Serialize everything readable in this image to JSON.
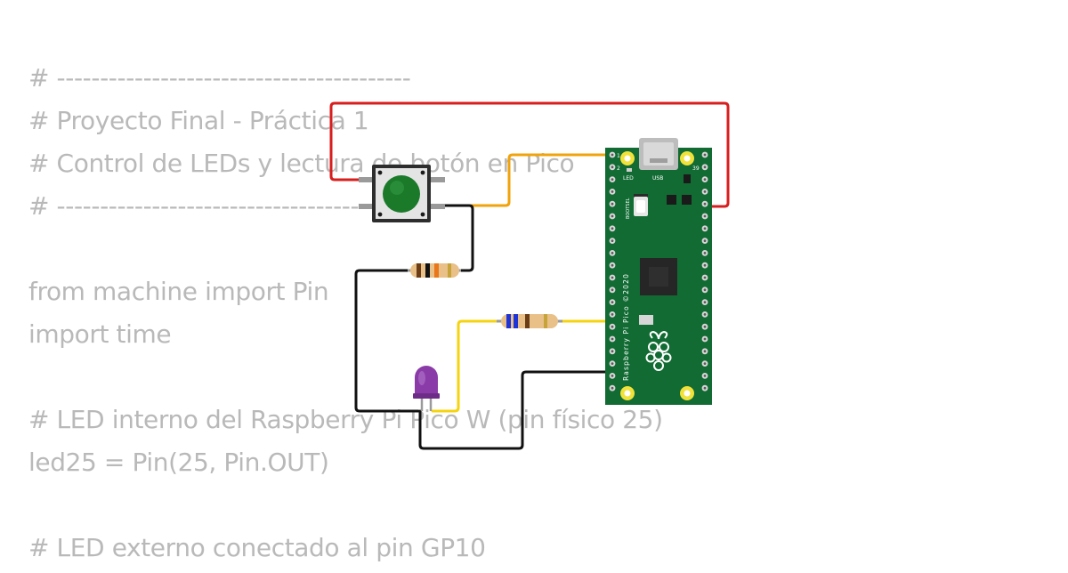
{
  "code": {
    "lines": [
      "# -----------------------------------------",
      "# Proyecto Final - Práctica 1",
      "# Control de LEDs y lectura de botón en Pico",
      "# -----------------------------------------",
      "",
      "from machine import Pin",
      "import time",
      "",
      "# LED interno del Raspberry Pi Pico W (pin físico 25)",
      "led25 = Pin(25, Pin.OUT)",
      "",
      "# LED externo conectado al pin GP10"
    ]
  },
  "pico": {
    "label_led": "LED",
    "label_usb": "USB",
    "label_bootsel": "BOOTSEL",
    "board_text": "Raspberry Pi Pico ©2020",
    "pin_1": "1",
    "pin_2": "2",
    "pin_39": "39"
  },
  "colors": {
    "wire_red": "#d81e1e",
    "wire_orange": "#f0a30a",
    "wire_yellow": "#f5d40f",
    "wire_black": "#111111",
    "pico_green": "#116b33",
    "button_cap": "#1a7a2a",
    "led_purple": "#8a3ba8"
  }
}
